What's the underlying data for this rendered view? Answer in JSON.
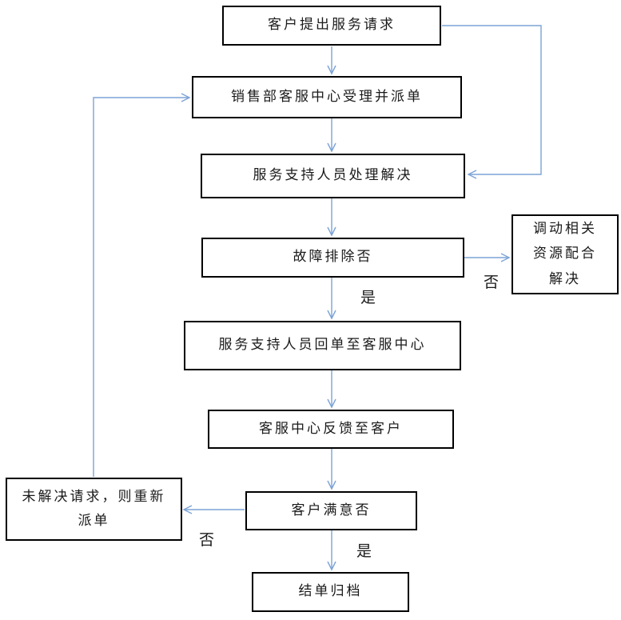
{
  "diagram": {
    "type": "flowchart",
    "nodes": {
      "customer_request": {
        "label": "客户提出服务请求"
      },
      "dispatch": {
        "label": "销售部客服中心受理并派单"
      },
      "support_handle": {
        "label": "服务支持人员处理解决"
      },
      "fault_cleared": {
        "label": "故障排除否"
      },
      "mobilize_resources": {
        "label": "调动相关\n资源配合\n解决"
      },
      "return_order": {
        "label": "服务支持人员回单至客服中心"
      },
      "feedback_customer": {
        "label": "客服中心反馈至客户"
      },
      "customer_satisfied": {
        "label": "客户满意否"
      },
      "redispatch": {
        "label": "未解决请求，则重新\n派单"
      },
      "close_archive": {
        "label": "结单归档"
      }
    },
    "edge_labels": {
      "fault_yes": "是",
      "fault_no": "否",
      "satisfied_yes": "是",
      "satisfied_no": "否"
    },
    "colors": {
      "arrow": "#7ca3d6",
      "border": "#000000",
      "text": "#1a1a1a",
      "background": "#ffffff"
    }
  }
}
